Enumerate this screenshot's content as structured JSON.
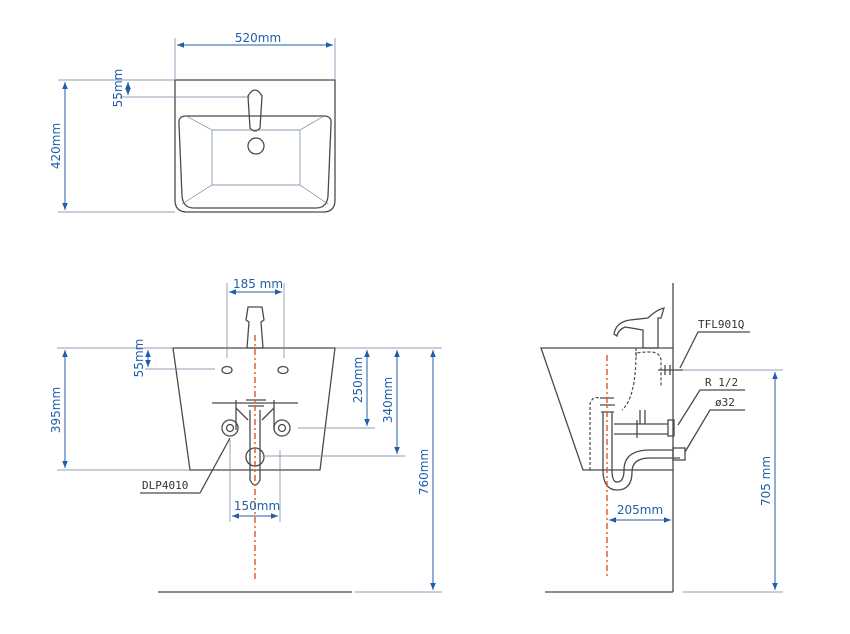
{
  "top_view": {
    "width_label": "520mm",
    "depth_label": "420mm",
    "faucet_offset_label": "55mm"
  },
  "front_view": {
    "faucet_holes_label": "185 mm",
    "hole_offset_label": "55mm",
    "basin_height_label": "395mm",
    "inlet_height_label": "250mm",
    "outlet_height_label": "340mm",
    "floor_height_label": "760mm",
    "inlet_spacing_label": "150mm",
    "waste_part_label": "DLP4010"
  },
  "side_view": {
    "faucet_part_label": "TFL901Q",
    "inlet_thread_label": "R 1/2",
    "waste_diameter_label": "ø32",
    "wall_distance_label": "205mm",
    "fixing_height_label": "705 mm"
  },
  "colors": {
    "dimension": "#1f5fa8",
    "centerline": "#e0602a",
    "outline": "#4a4a4a"
  }
}
